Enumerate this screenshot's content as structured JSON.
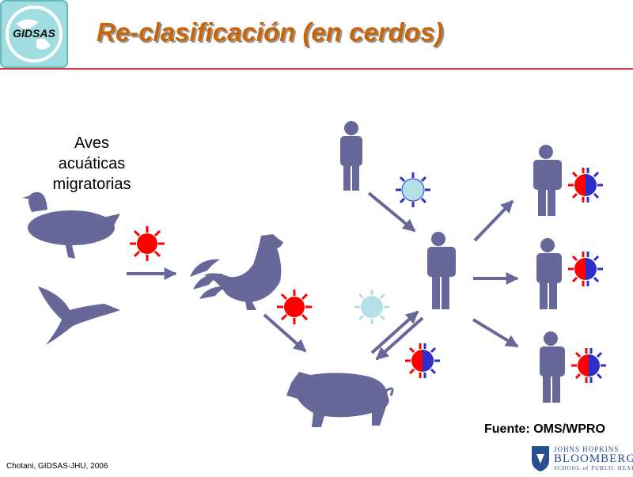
{
  "header": {
    "logo_text": "GIDSAS",
    "title": "Re-clasificación (en cerdos)"
  },
  "labels": {
    "aves": "Aves acuáticas migratorias",
    "fuente": "Fuente: OMS/WPRO",
    "credit": "Chotani, GIDSAS-JHU, 2006"
  },
  "jhu_logo": {
    "line1": "JOHNS HOPKINS",
    "line2": "BLOOMBERG",
    "line3": "SCHOOL of PUBLIC HEALTH"
  },
  "colors": {
    "title": "#c8640a",
    "silhouette": "#67679a",
    "virus_red": "#ff0000",
    "virus_light": "#b4dfe6",
    "virus_blue": "#2e2ec8",
    "rule": "#d23c3c",
    "logo_bg": "#9fdde0"
  }
}
